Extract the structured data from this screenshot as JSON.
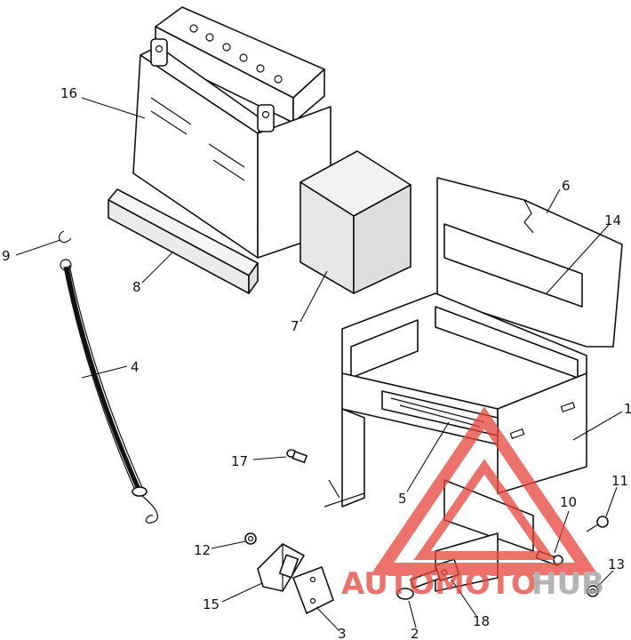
{
  "diagram": {
    "callouts": [
      {
        "id": "1",
        "label": "1"
      },
      {
        "id": "2",
        "label": "2"
      },
      {
        "id": "3",
        "label": "3"
      },
      {
        "id": "4",
        "label": "4"
      },
      {
        "id": "5",
        "label": "5"
      },
      {
        "id": "6",
        "label": "6"
      },
      {
        "id": "7",
        "label": "7"
      },
      {
        "id": "8",
        "label": "8"
      },
      {
        "id": "9",
        "label": "9"
      },
      {
        "id": "10",
        "label": "10"
      },
      {
        "id": "11",
        "label": "11"
      },
      {
        "id": "12",
        "label": "12"
      },
      {
        "id": "13",
        "label": "13"
      },
      {
        "id": "14",
        "label": "14"
      },
      {
        "id": "15",
        "label": "15"
      },
      {
        "id": "16",
        "label": "16"
      },
      {
        "id": "17",
        "label": "17"
      },
      {
        "id": "18",
        "label": "18"
      }
    ]
  },
  "watermark": {
    "part1": "AUTOMOTO",
    "part2": "HUB",
    "color_primary": "#e8443a",
    "color_secondary": "#9a9a9a"
  }
}
